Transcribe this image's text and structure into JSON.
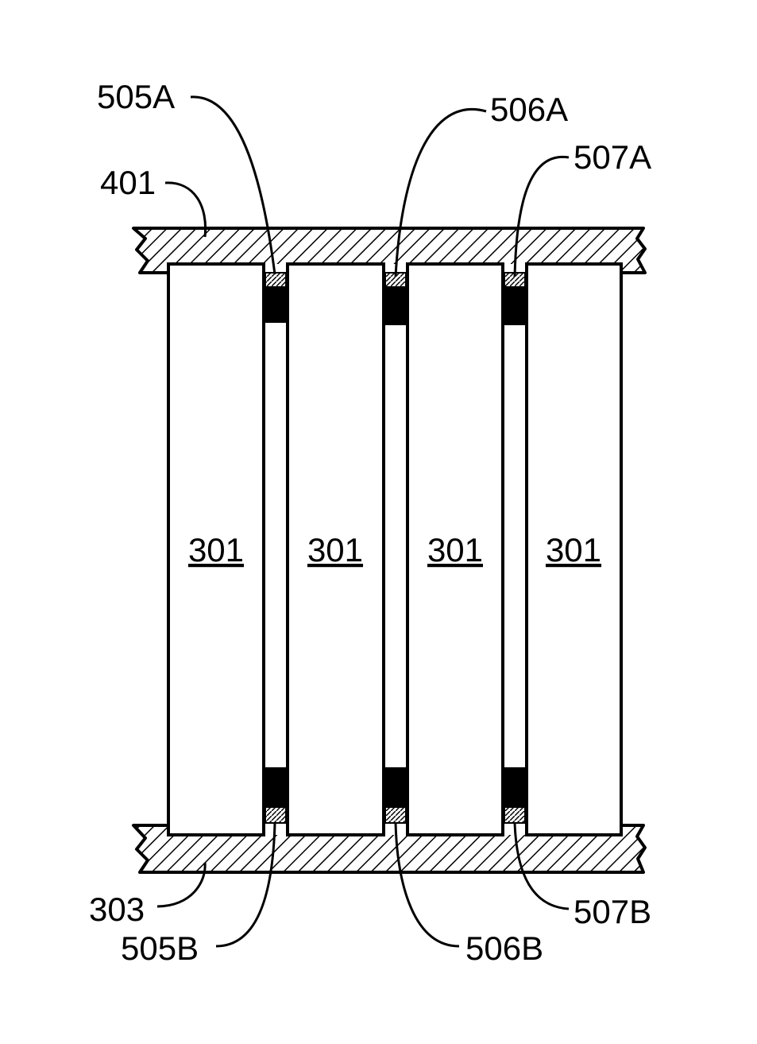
{
  "labels": {
    "top_plate": "401",
    "bottom_plate": "303",
    "element": "301",
    "spacer_505a": "505A",
    "spacer_506a": "506A",
    "spacer_507a": "507A",
    "spacer_505b": "505B",
    "spacer_506b": "506B",
    "spacer_507b": "507B"
  },
  "colors": {
    "line": "#000000",
    "background": "#ffffff",
    "seal": "#000000"
  }
}
